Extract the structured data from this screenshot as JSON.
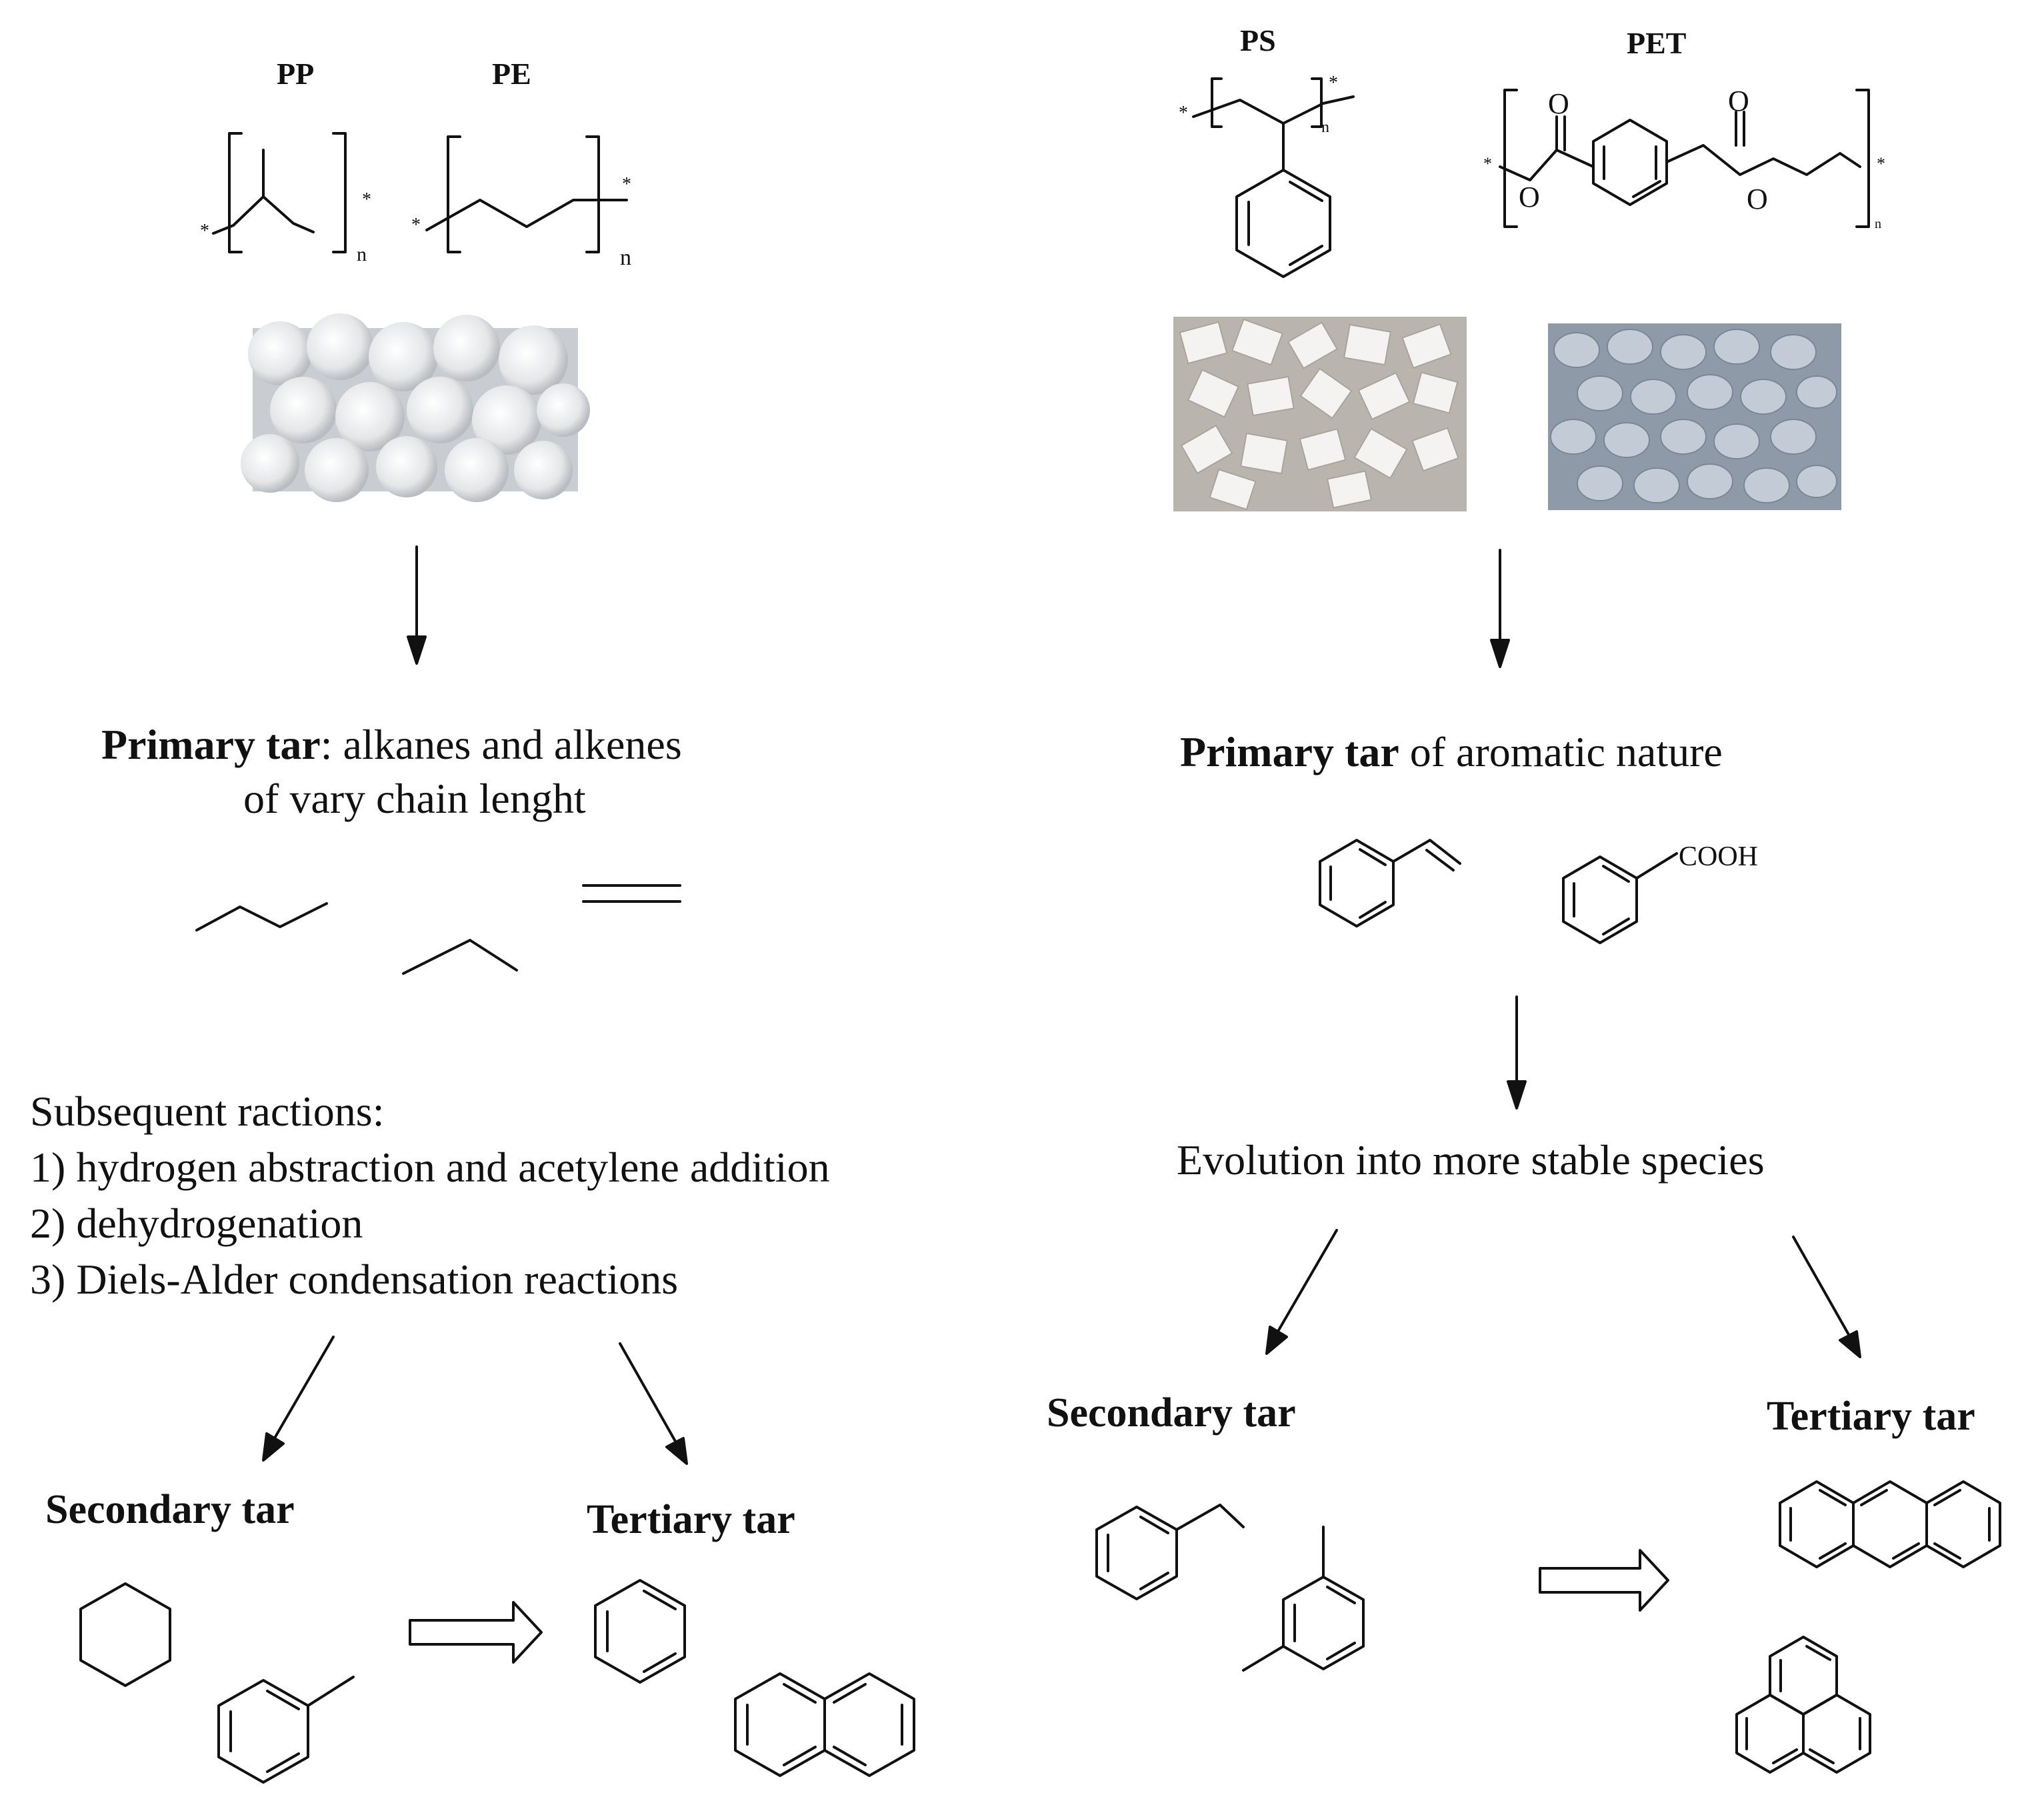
{
  "left": {
    "polymers": [
      {
        "label": "PP"
      },
      {
        "label": "PE"
      }
    ],
    "primary_tar": {
      "bold": "Primary tar",
      "rest": ": alkanes and alkenes",
      "line2": "of vary chain lenght"
    },
    "subsequent": {
      "heading": "Subsequent ractions:",
      "items": [
        "1) hydrogen abstraction and acetylene addition",
        "2) dehydrogenation",
        "3) Diels-Alder condensation reactions"
      ]
    },
    "secondary_tar": "Secondary tar",
    "tertiary_tar": "Tertiary tar"
  },
  "right": {
    "polymers": [
      {
        "label": "PS"
      },
      {
        "label": "PET"
      }
    ],
    "primary_tar": {
      "bold": "Primary tar",
      "rest": " of aromatic nature"
    },
    "cooh": "COOH",
    "evolution": "Evolution into more stable species",
    "secondary_tar": "Secondary tar",
    "tertiary_tar": "Tertiary tar"
  },
  "structure_marks": {
    "star": "*",
    "n": "n",
    "oxygen": "O"
  }
}
